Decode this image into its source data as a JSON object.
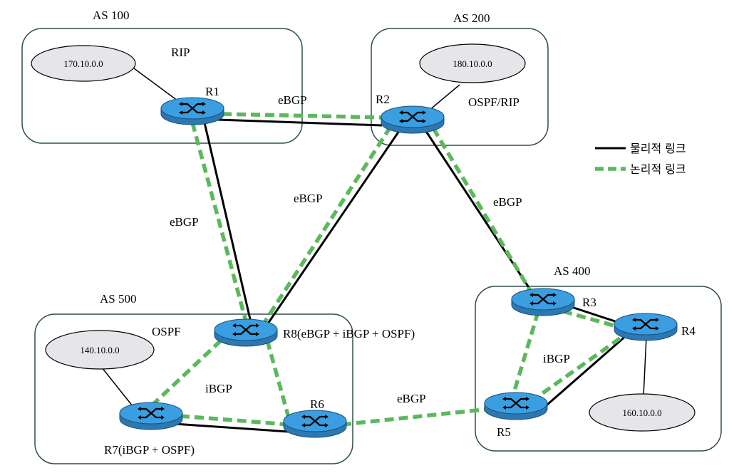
{
  "colors": {
    "physical": "#000000",
    "logical": "#5cb85c",
    "router_fill": "#3a9ee0",
    "router_side": "#2c78b3",
    "net_fill": "#e6e6ea",
    "as_border": "#2f4f4f"
  },
  "as_labels": {
    "as100": "AS 100",
    "as200": "AS 200",
    "as400": "AS 400",
    "as500": "AS 500"
  },
  "protocols": {
    "as100": "RIP",
    "as200": "OSPF/RIP",
    "as500": "OSPF"
  },
  "networks": {
    "n170": "170.10.0.0",
    "n180": "180.10.0.0",
    "n160": "160.10.0.0",
    "n140": "140.10.0.0"
  },
  "routers": {
    "r1": "R1",
    "r2": "R2",
    "r3": "R3",
    "r4": "R4",
    "r5": "R5",
    "r6": "R6",
    "r7": "R7(iBGP + OSPF)",
    "r8": "R8(eBGP + iBGP + OSPF)"
  },
  "link_labels": {
    "r1_r2": "eBGP",
    "r1_r8": "eBGP",
    "r2_r8": "eBGP",
    "r2_r3": "eBGP",
    "r6_r5": "eBGP",
    "as500_ibgp": "iBGP",
    "as400_ibgp": "iBGP"
  },
  "legend": {
    "physical": "물리적 링크",
    "logical": "논리적 링크"
  }
}
